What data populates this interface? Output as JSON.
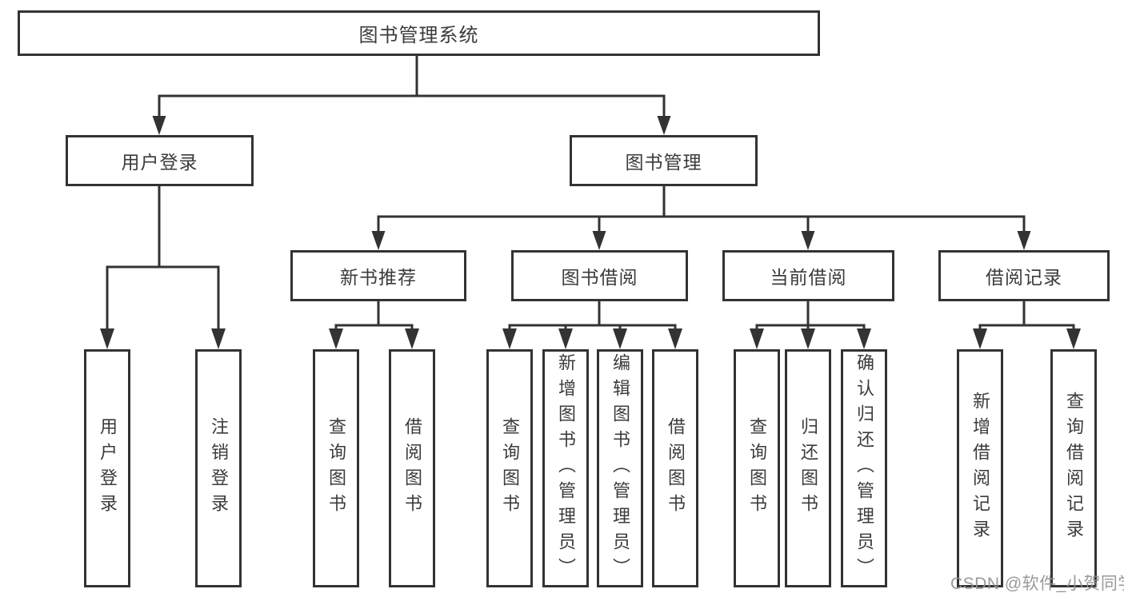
{
  "diagram": {
    "type": "hierarchy-tree",
    "title": "图书管理系统",
    "watermark": "CSDN @软件_小贺同学",
    "colors": {
      "line": "#333333",
      "box_border": "#333333",
      "text": "#3b3b3b",
      "watermark": "#949494",
      "background": "#ffffff"
    },
    "nodes": {
      "root": "图书管理系统",
      "user_login": "用户登录",
      "book_management": "图书管理",
      "new_book_recommend": "新书推荐",
      "book_borrow": "图书借阅",
      "current_borrow": "当前借阅",
      "borrow_records": "借阅记录",
      "leaf_user_login": "用户登录",
      "leaf_logout": "注销登录",
      "leaf_query_books_a": "查询图书",
      "leaf_borrow_books_a": "借阅图书",
      "leaf_query_books_b": "查询图书",
      "leaf_add_book_admin": "新增图书（管理员）",
      "leaf_edit_book_admin": "编辑图书（管理员）",
      "leaf_borrow_books_b": "借阅图书",
      "leaf_query_books_c": "查询图书",
      "leaf_return_book": "归还图书",
      "leaf_confirm_return_admin": "确认归还（管理员）",
      "leaf_add_borrow_record": "新增借阅记录",
      "leaf_query_borrow_record": "查询借阅记录"
    },
    "edges": [
      {
        "from": "图书管理系统",
        "to": "用户登录"
      },
      {
        "from": "图书管理系统",
        "to": "图书管理"
      },
      {
        "from": "用户登录",
        "to": "用户登录"
      },
      {
        "from": "用户登录",
        "to": "注销登录"
      },
      {
        "from": "图书管理",
        "to": "新书推荐"
      },
      {
        "from": "图书管理",
        "to": "图书借阅"
      },
      {
        "from": "图书管理",
        "to": "当前借阅"
      },
      {
        "from": "图书管理",
        "to": "借阅记录"
      },
      {
        "from": "新书推荐",
        "to": "查询图书"
      },
      {
        "from": "新书推荐",
        "to": "借阅图书"
      },
      {
        "from": "图书借阅",
        "to": "查询图书"
      },
      {
        "from": "图书借阅",
        "to": "新增图书（管理员）"
      },
      {
        "from": "图书借阅",
        "to": "编辑图书（管理员）"
      },
      {
        "from": "图书借阅",
        "to": "借阅图书"
      },
      {
        "from": "当前借阅",
        "to": "查询图书"
      },
      {
        "from": "当前借阅",
        "to": "归还图书"
      },
      {
        "from": "当前借阅",
        "to": "确认归还（管理员）"
      },
      {
        "from": "借阅记录",
        "to": "新增借阅记录"
      },
      {
        "from": "借阅记录",
        "to": "查询借阅记录"
      }
    ]
  }
}
